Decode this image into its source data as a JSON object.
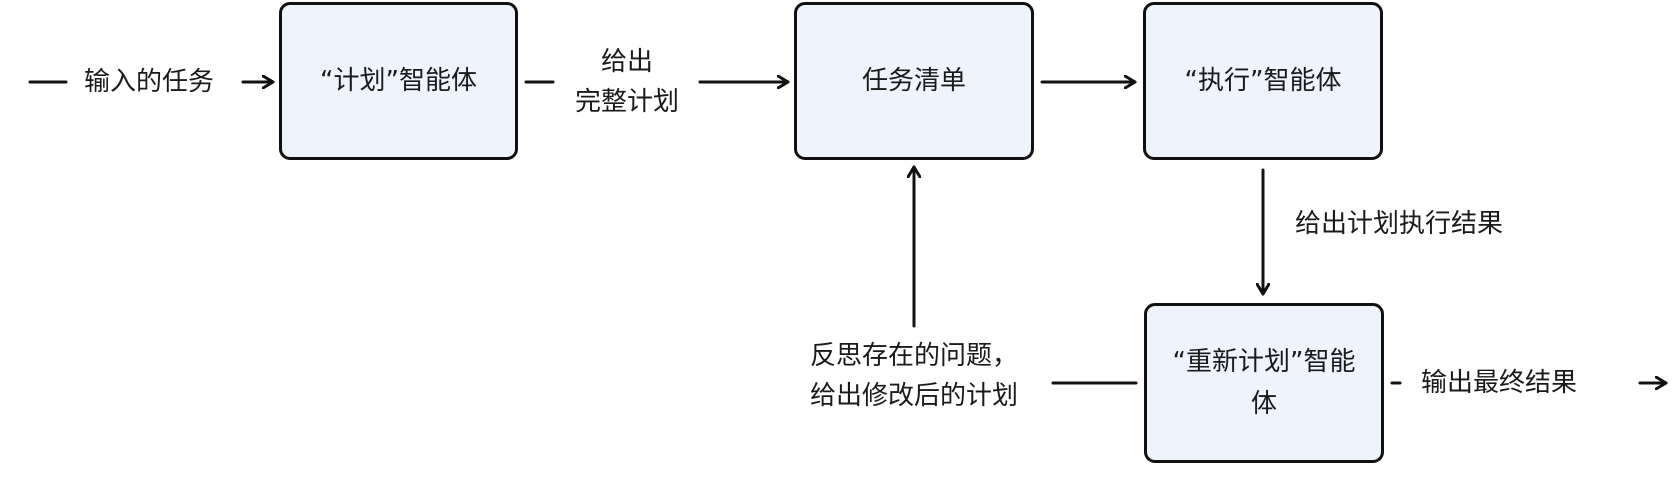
{
  "nodes": {
    "planner": "“计划”智能体",
    "tasklist": "任务清单",
    "executor": "“执行”智能体",
    "replanner": "“重新计划”智能体"
  },
  "labels": {
    "input": "输入的任务",
    "full_plan_line1": "给出",
    "full_plan_line2": "完整计划",
    "exec_result": "给出计划执行结果",
    "reflect_line1": "反思存在的问题，",
    "reflect_line2": "给出修改后的计划",
    "output": "输出最终结果"
  },
  "colors": {
    "node_fill": "#eef3fc",
    "stroke": "#111111",
    "text": "#1a1a1a"
  }
}
